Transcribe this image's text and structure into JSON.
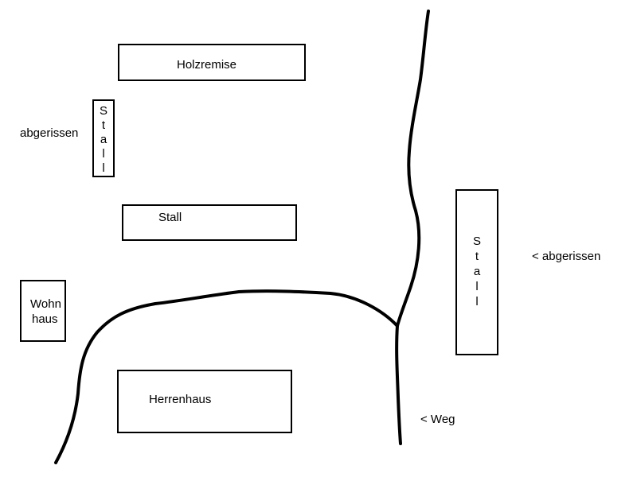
{
  "buildings": {
    "holzremise": "Holzremise",
    "stall_small_vertical": "Stall",
    "stall_middle": "Stall",
    "wohnhaus_line1": "Wohn",
    "wohnhaus_line2": "haus",
    "herrenhaus": "Herrenhaus",
    "stall_right_vertical": "Stall"
  },
  "notes": {
    "abgerissen_left": "abgerissen",
    "abgerissen_right": "< abgerissen",
    "weg": "< Weg"
  },
  "colors": {
    "line": "#000000",
    "background": "#ffffff"
  }
}
